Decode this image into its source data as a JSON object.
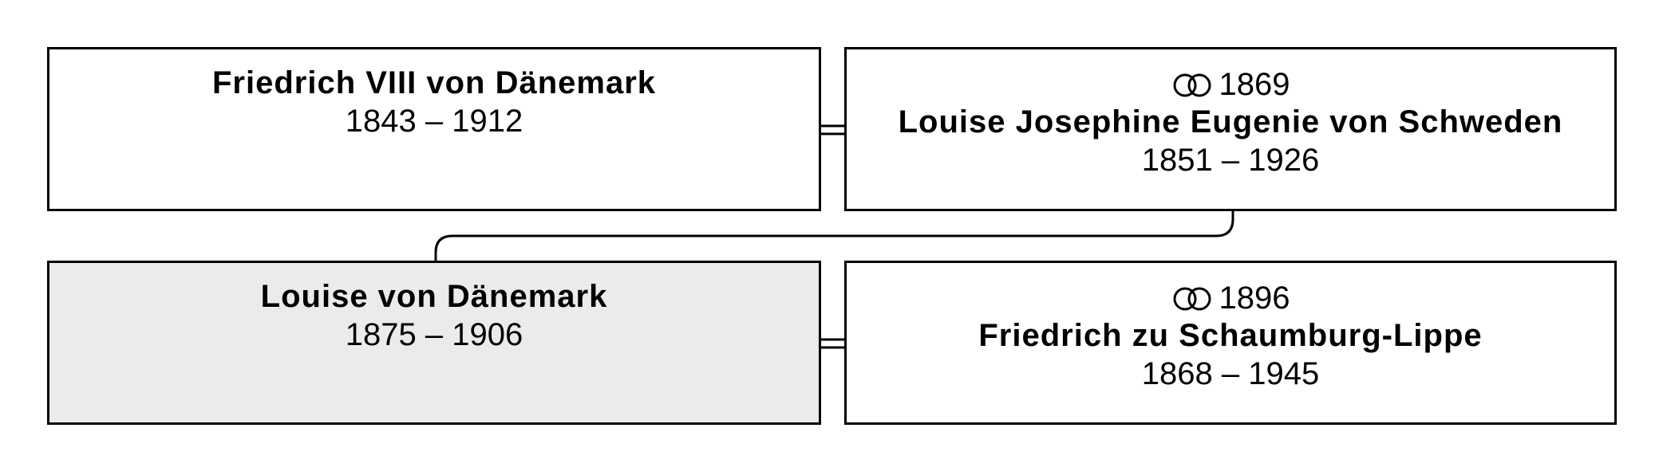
{
  "persons": {
    "father": {
      "name": "Friedrich VIII von Dänemark",
      "dates": "1843 – 1912"
    },
    "mother": {
      "marriage_year": "1869",
      "name": "Louise Josephine Eugenie von Schweden",
      "dates": "1851 – 1926"
    },
    "subject": {
      "name": "Louise von Dänemark",
      "dates": "1875 – 1906"
    },
    "spouse": {
      "marriage_year": "1896",
      "name": "Friedrich zu Schaumburg-Lippe",
      "dates": "1868 – 1945"
    }
  },
  "icons": {
    "marriage": "wedding-rings-icon"
  },
  "colors": {
    "highlight_box": "#ebebeb",
    "border": "#000000"
  }
}
